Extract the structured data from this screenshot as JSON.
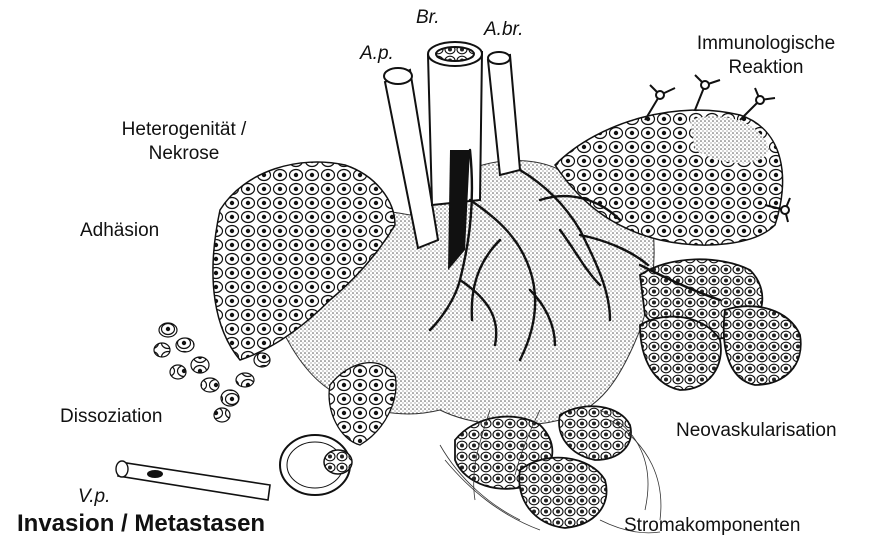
{
  "labels": {
    "bronchus": "Br.",
    "arteria_pulmonalis": "A.p.",
    "arteria_bronchialis": "A.br.",
    "immunological_reaction_line1": "Immunologische",
    "immunological_reaction_line2": "Reaktion",
    "heterogeneity_line1": "Heterogenität /",
    "heterogeneity_line2": "Nekrose",
    "adhesion": "Adhäsion",
    "dissociation": "Dissoziation",
    "vena_pulmonalis": "V.p.",
    "invasion_metastases": "Invasion / Metastasen",
    "neovascularisation": "Neovaskularisation",
    "stromal_components": "Stromakomponenten"
  }
}
